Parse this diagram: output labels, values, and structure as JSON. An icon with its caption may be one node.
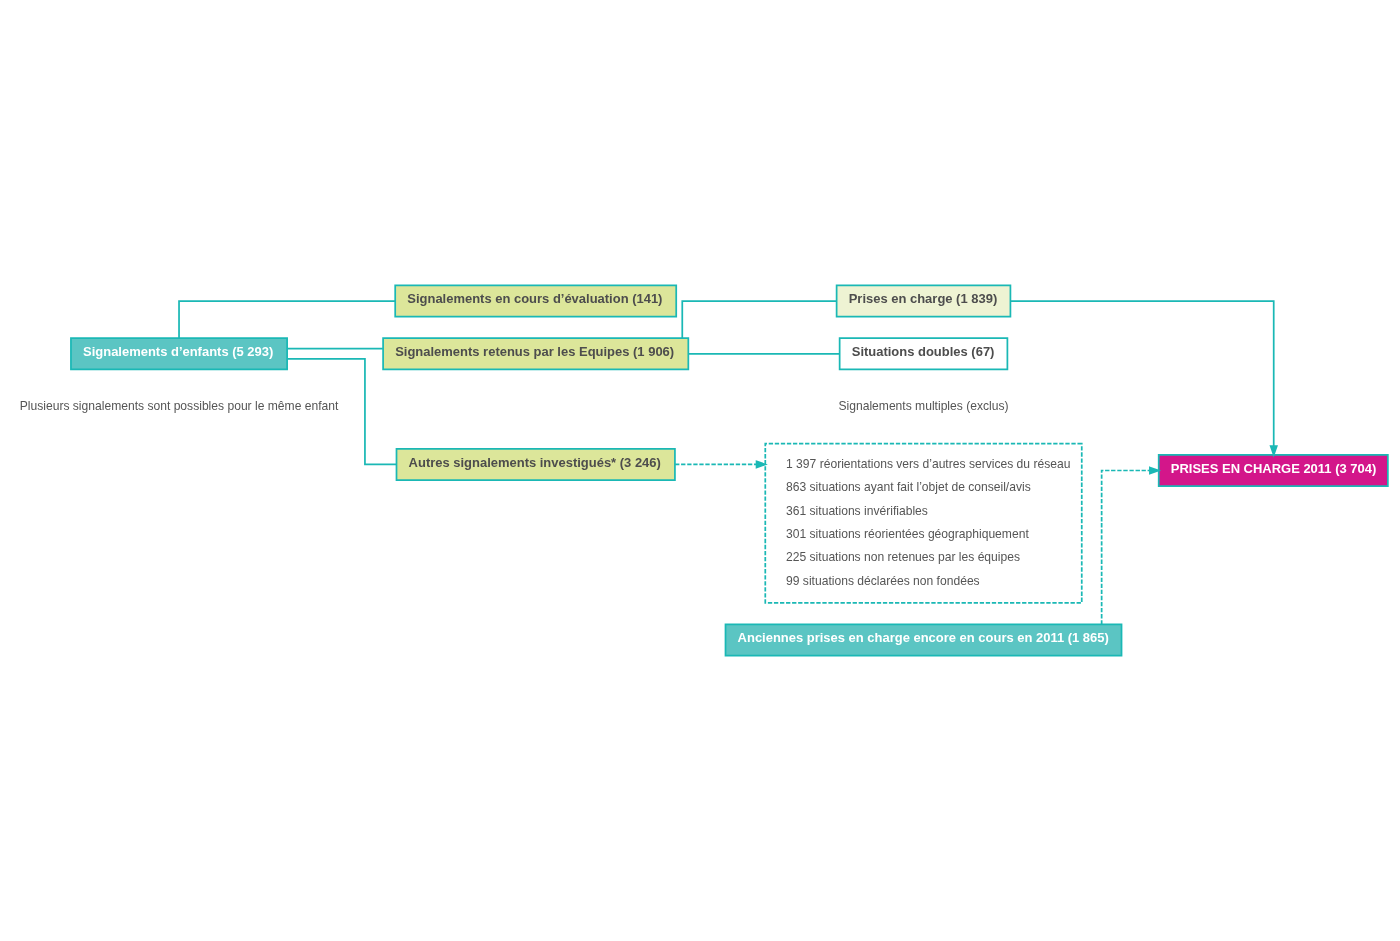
{
  "diagram": {
    "nodes": [
      {
        "text": [
          "Signalements d’enfants (5 293)"
        ],
        "beside": [
          "Plusieurs signalements sont possibles pour le même enfant"
        ]
      },
      {
        "text": [
          "Signalements en cours d’évaluation (141)"
        ]
      },
      {
        "text": [
          "Signalements retenus par les Equipes (1 906)"
        ]
      },
      {
        "text": [
          "Autres signalements investigués* (3 246)"
        ]
      },
      {
        "text": [
          "Prises en charge (1 839)"
        ]
      },
      {
        "text": [
          "Situations doubles (67)"
        ],
        "beside": [
          "Signalements multiples (exclus)"
        ]
      },
      {
        "text": [
          "Anciennes prises en charge encore en cours en 2011 (1 865)"
        ]
      },
      {
        "text": [
          "PRISES EN CHARGE 2011 (3 704)"
        ]
      },
      {
        "text": [
          "1 397 réorientations vers d’autres services du réseau",
          "863 situations ayant fait l’objet de conseil/avis",
          "361 situations invérifiables",
          "301 situations réorientées géographiquement",
          "225 situations non retenues par les équipes",
          "99 situations déclarées non fondées"
        ]
      }
    ],
    "edges": [
      {
        "from": 0,
        "to": 1,
        "arrow": "none"
      },
      {
        "from": 0,
        "to": 2,
        "arrow": "none"
      },
      {
        "from": 0,
        "to": 3,
        "arrow": "none"
      },
      {
        "from": 2,
        "to": 4,
        "arrow": "none"
      },
      {
        "from": 2,
        "to": 5,
        "arrow": "none"
      },
      {
        "from": 4,
        "to": 7,
        "arrow": "to"
      },
      {
        "from": 6,
        "to": 7,
        "arrow": "to",
        "style": "dashed"
      },
      {
        "from": 3,
        "to": 8,
        "arrow": "to",
        "style": "dashed"
      }
    ]
  }
}
